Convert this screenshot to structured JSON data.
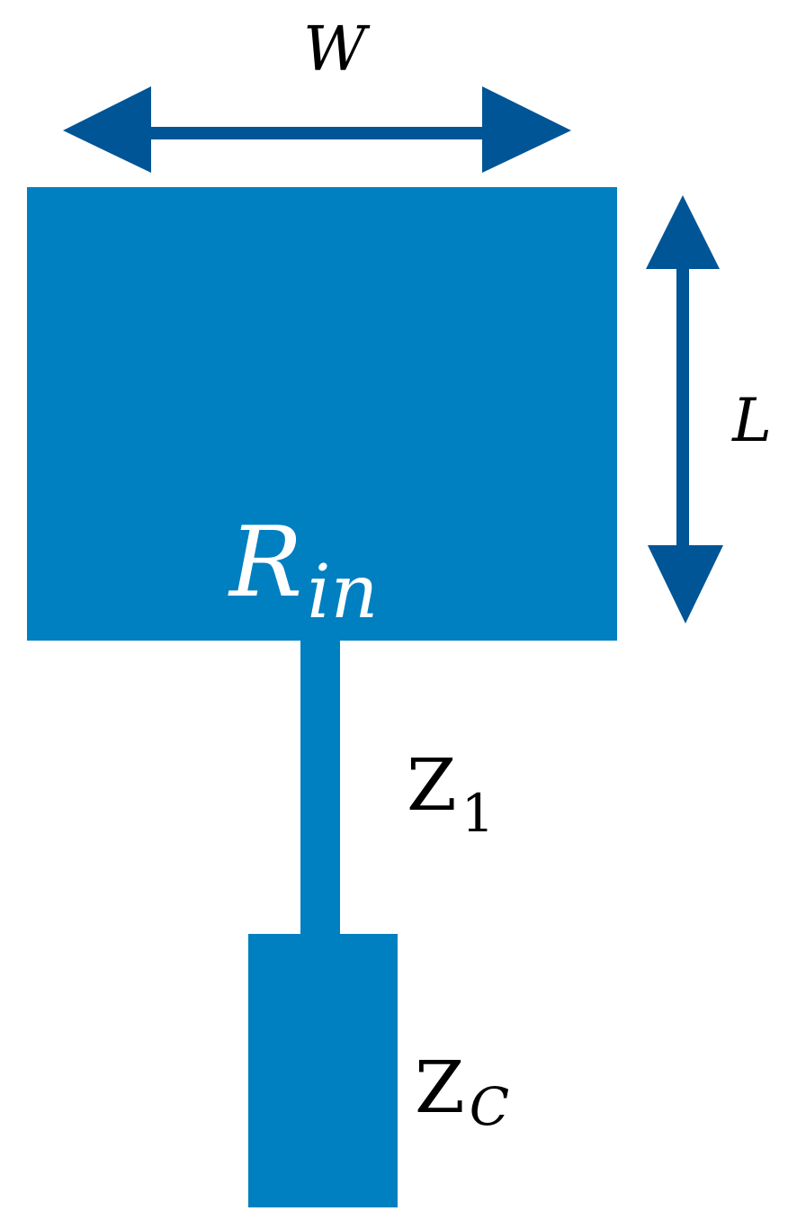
{
  "diagram": {
    "labels": {
      "width": "W",
      "length": "L",
      "input_resistance_main": "R",
      "input_resistance_sub": "in",
      "feedline_impedance_main": "Z",
      "feedline_impedance_sub": "1",
      "connector_impedance_main": "Z",
      "connector_impedance_sub": "C"
    },
    "colors": {
      "patch": "#0080C0",
      "arrow": "#005596",
      "label_dark": "#000000",
      "label_light": "#ffffff"
    }
  }
}
